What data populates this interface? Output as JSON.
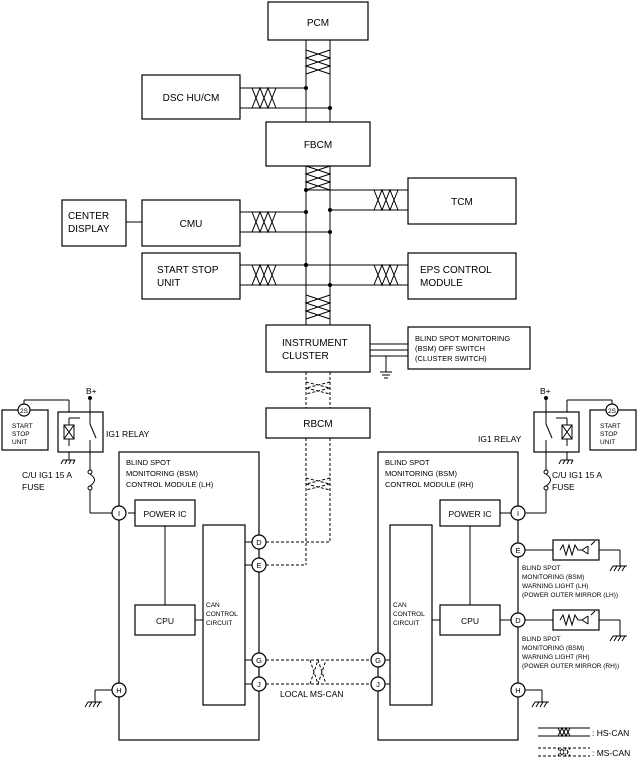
{
  "modules": {
    "pcm": "PCM",
    "dsc": "DSC HU/CM",
    "fbcm": "FBCM",
    "tcm": "TCM",
    "center_display": [
      "CENTER",
      "DISPLAY"
    ],
    "cmu": "CMU",
    "start_stop": [
      "START STOP",
      "UNIT"
    ],
    "eps": [
      "EPS CONTROL",
      "MODULE"
    ],
    "instrument_cluster": [
      "INSTRUMENT",
      "CLUSTER"
    ],
    "bsm_switch": [
      "BLIND SPOT MONITORING",
      "(BSM) OFF SWITCH",
      "(CLUSTER SWITCH)"
    ],
    "rbcm": "RBCM"
  },
  "bsm_lh": {
    "title": [
      "BLIND SPOT",
      "MONITORING (BSM)",
      "CONTROL MODULE (LH)"
    ],
    "power_ic": "POWER IC",
    "cpu": "CPU",
    "can": [
      "CAN",
      "CONTROL",
      "CIRCUIT"
    ],
    "terminals": {
      "i": "I",
      "d": "D",
      "e": "E",
      "g": "G",
      "j": "J",
      "h": "H"
    }
  },
  "bsm_rh": {
    "title": [
      "BLIND SPOT",
      "MONITORING (BSM)",
      "CONTROL MODULE (RH)"
    ],
    "power_ic": "POWER IC",
    "cpu": "CPU",
    "can": [
      "CAN",
      "CONTROL",
      "CIRCUIT"
    ],
    "terminals": {
      "i": "I",
      "e": "E",
      "d": "D",
      "g": "G",
      "j": "J",
      "h": "H"
    }
  },
  "left_side": {
    "bplus": "B+",
    "relay": "IG1 RELAY",
    "fuse": [
      "C/U IG1 15 A",
      "FUSE"
    ],
    "ss_unit": [
      "START",
      "STOP",
      "UNIT"
    ],
    "ss_terminal": "2S"
  },
  "right_side": {
    "bplus": "B+",
    "relay": "IG1 RELAY",
    "fuse": [
      "C/U IG1 15 A",
      "FUSE"
    ],
    "ss_unit": [
      "START",
      "STOP",
      "UNIT"
    ],
    "ss_terminal": "2S"
  },
  "warning_lh": [
    "BLIND SPOT",
    "MONITORING (BSM)",
    "WARNING LIGHT (LH)",
    "(POWER OUTER MIRROR (LH))"
  ],
  "warning_rh": [
    "BLIND SPOT",
    "MONITORING (BSM)",
    "WARNING LIGHT (RH)",
    "(POWER OUTER MIRROR (RH))"
  ],
  "local_can": "LOCAL MS-CAN",
  "legend": {
    "hs": ": HS-CAN",
    "ms": ": MS-CAN"
  }
}
